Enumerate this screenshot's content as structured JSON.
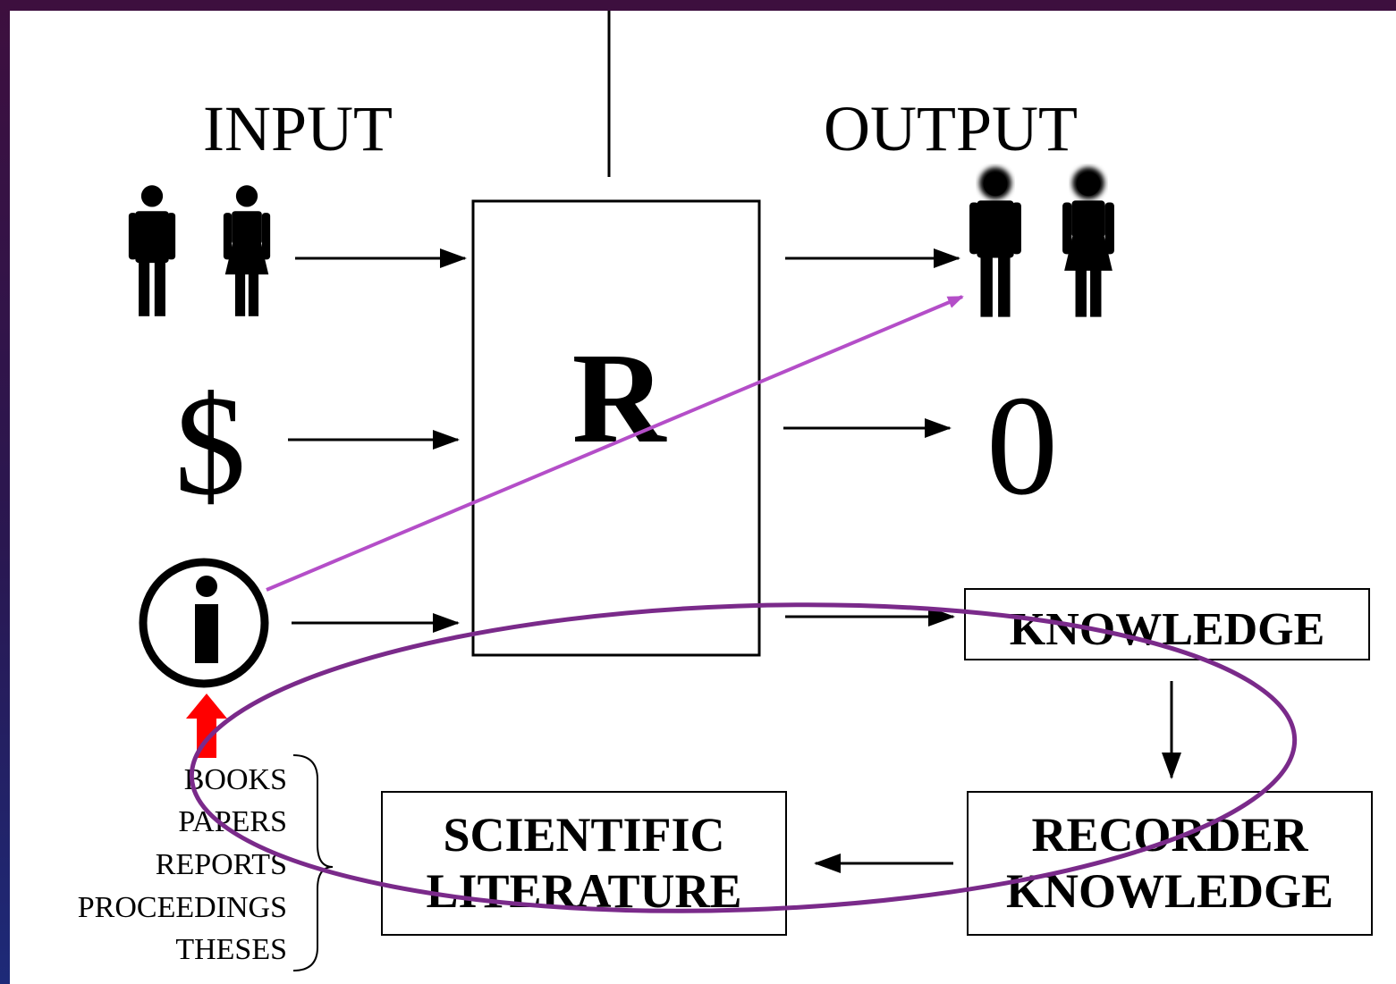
{
  "diagram": {
    "input_label": "INPUT",
    "output_label": "OUTPUT",
    "process_label": "R",
    "money_symbol": "$",
    "output_zero": "0",
    "info_symbol": "i",
    "knowledge_label": "KNOWLEDGE",
    "recorder_label_line1": "RECORDER",
    "recorder_label_line2": "KNOWLEDGE",
    "scientific_label_line1": "SCIENTIFIC",
    "scientific_label_line2": "LITERATURE",
    "sources": [
      "BOOKS",
      "PAPERS",
      "REPORTS",
      "PROCEEDINGS",
      "THESES"
    ]
  },
  "colors": {
    "ink": "#000000",
    "overlay_purple": "#7a2a8a",
    "highlight_arrow": "#b44ec8",
    "red_arrow": "#ff0000",
    "slide_background": "#ffffff",
    "frame_dark": "#2a1750"
  },
  "icons": {
    "people_input": "man-woman-icon",
    "people_output": "man-woman-icon",
    "info": "info-circle-icon"
  }
}
